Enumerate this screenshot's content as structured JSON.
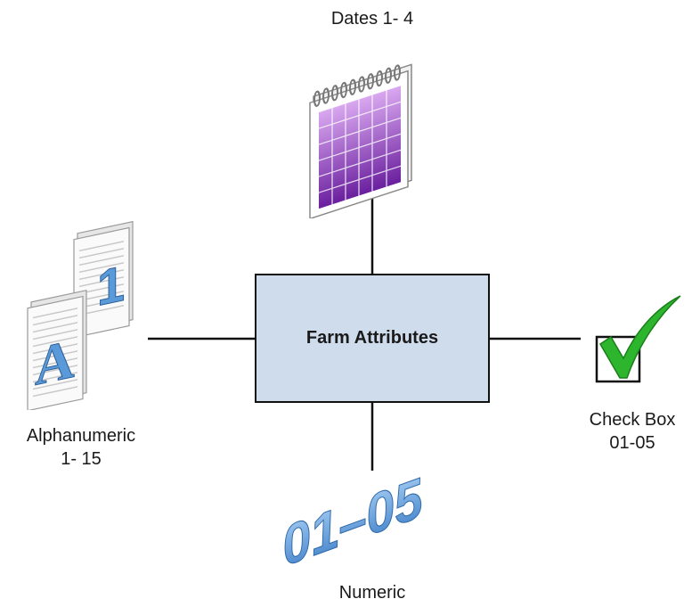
{
  "center": {
    "title": "Farm Attributes"
  },
  "dates": {
    "label": "Dates 1- 4",
    "icon": "calendar-icon"
  },
  "alphanumeric": {
    "label_line1": "Alphanumeric",
    "label_line2": "1- 15",
    "icon": "documents-a1-icon"
  },
  "checkbox": {
    "label_line1": "Check Box",
    "label_line2": "01-05",
    "icon": "checkmark-icon"
  },
  "numeric": {
    "label": "Numeric",
    "icon": "numeric-icon",
    "icon_text": "01–05"
  },
  "colors": {
    "box_fill": "#cfdcec",
    "calendar": "#8a2fb8",
    "check": "#2db52d",
    "numeric": "#5f9fdf"
  }
}
